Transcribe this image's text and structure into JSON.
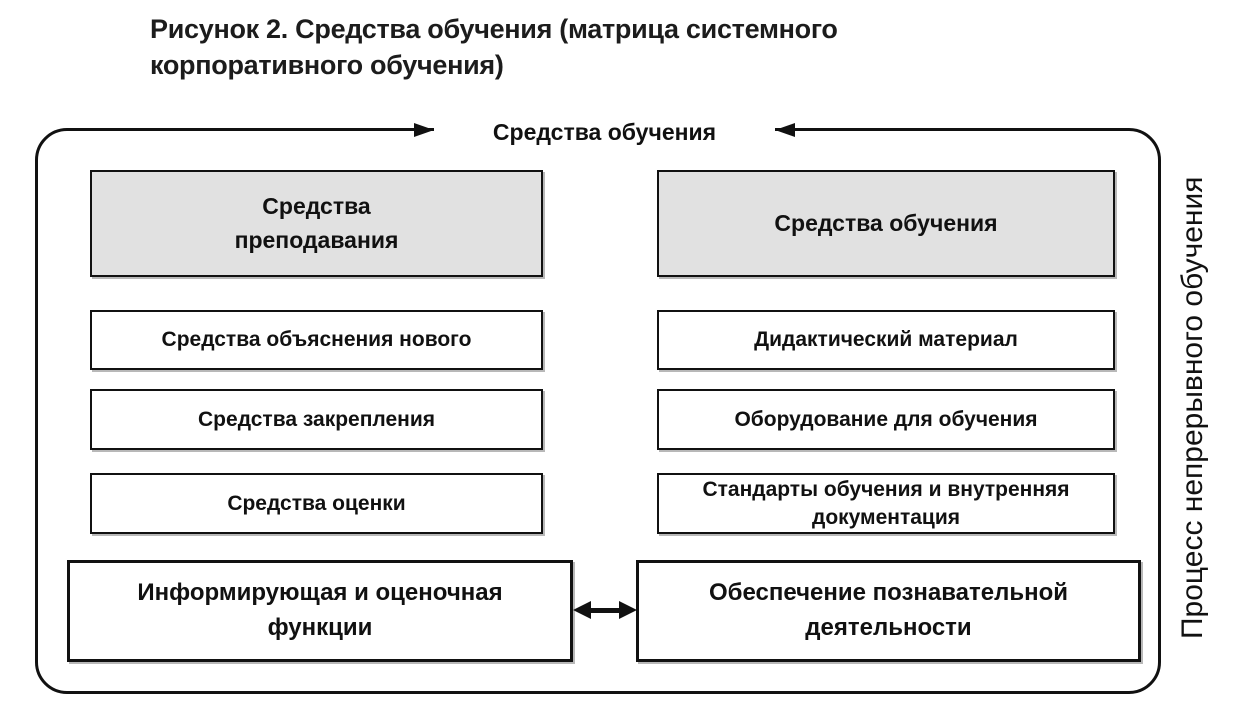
{
  "figure": {
    "caption": "Рисунок 2. Средства обучения (матрица системного\nкорпоративного обучения)",
    "top_label": "Средства обучения",
    "side_label": "Процесс непрерывного обучения",
    "left_column": {
      "header": "Средства\nпреподавания",
      "items": [
        "Средства объяснения нового",
        "Средства закрепления",
        "Средства оценки"
      ],
      "footer": "Информирующая и оценочная\nфункции"
    },
    "right_column": {
      "header": "Средства обучения",
      "items": [
        "Дидактический материал",
        "Оборудование для обучения",
        "Стандарты обучения и внутренняя\nдокументация"
      ],
      "footer": "Обеспечение познавательной\nдеятельности"
    },
    "colors": {
      "header_fill": "#e1e1e1",
      "box_fill": "#ffffff",
      "line": "#111111",
      "text": "#111111",
      "background": "#ffffff"
    }
  }
}
